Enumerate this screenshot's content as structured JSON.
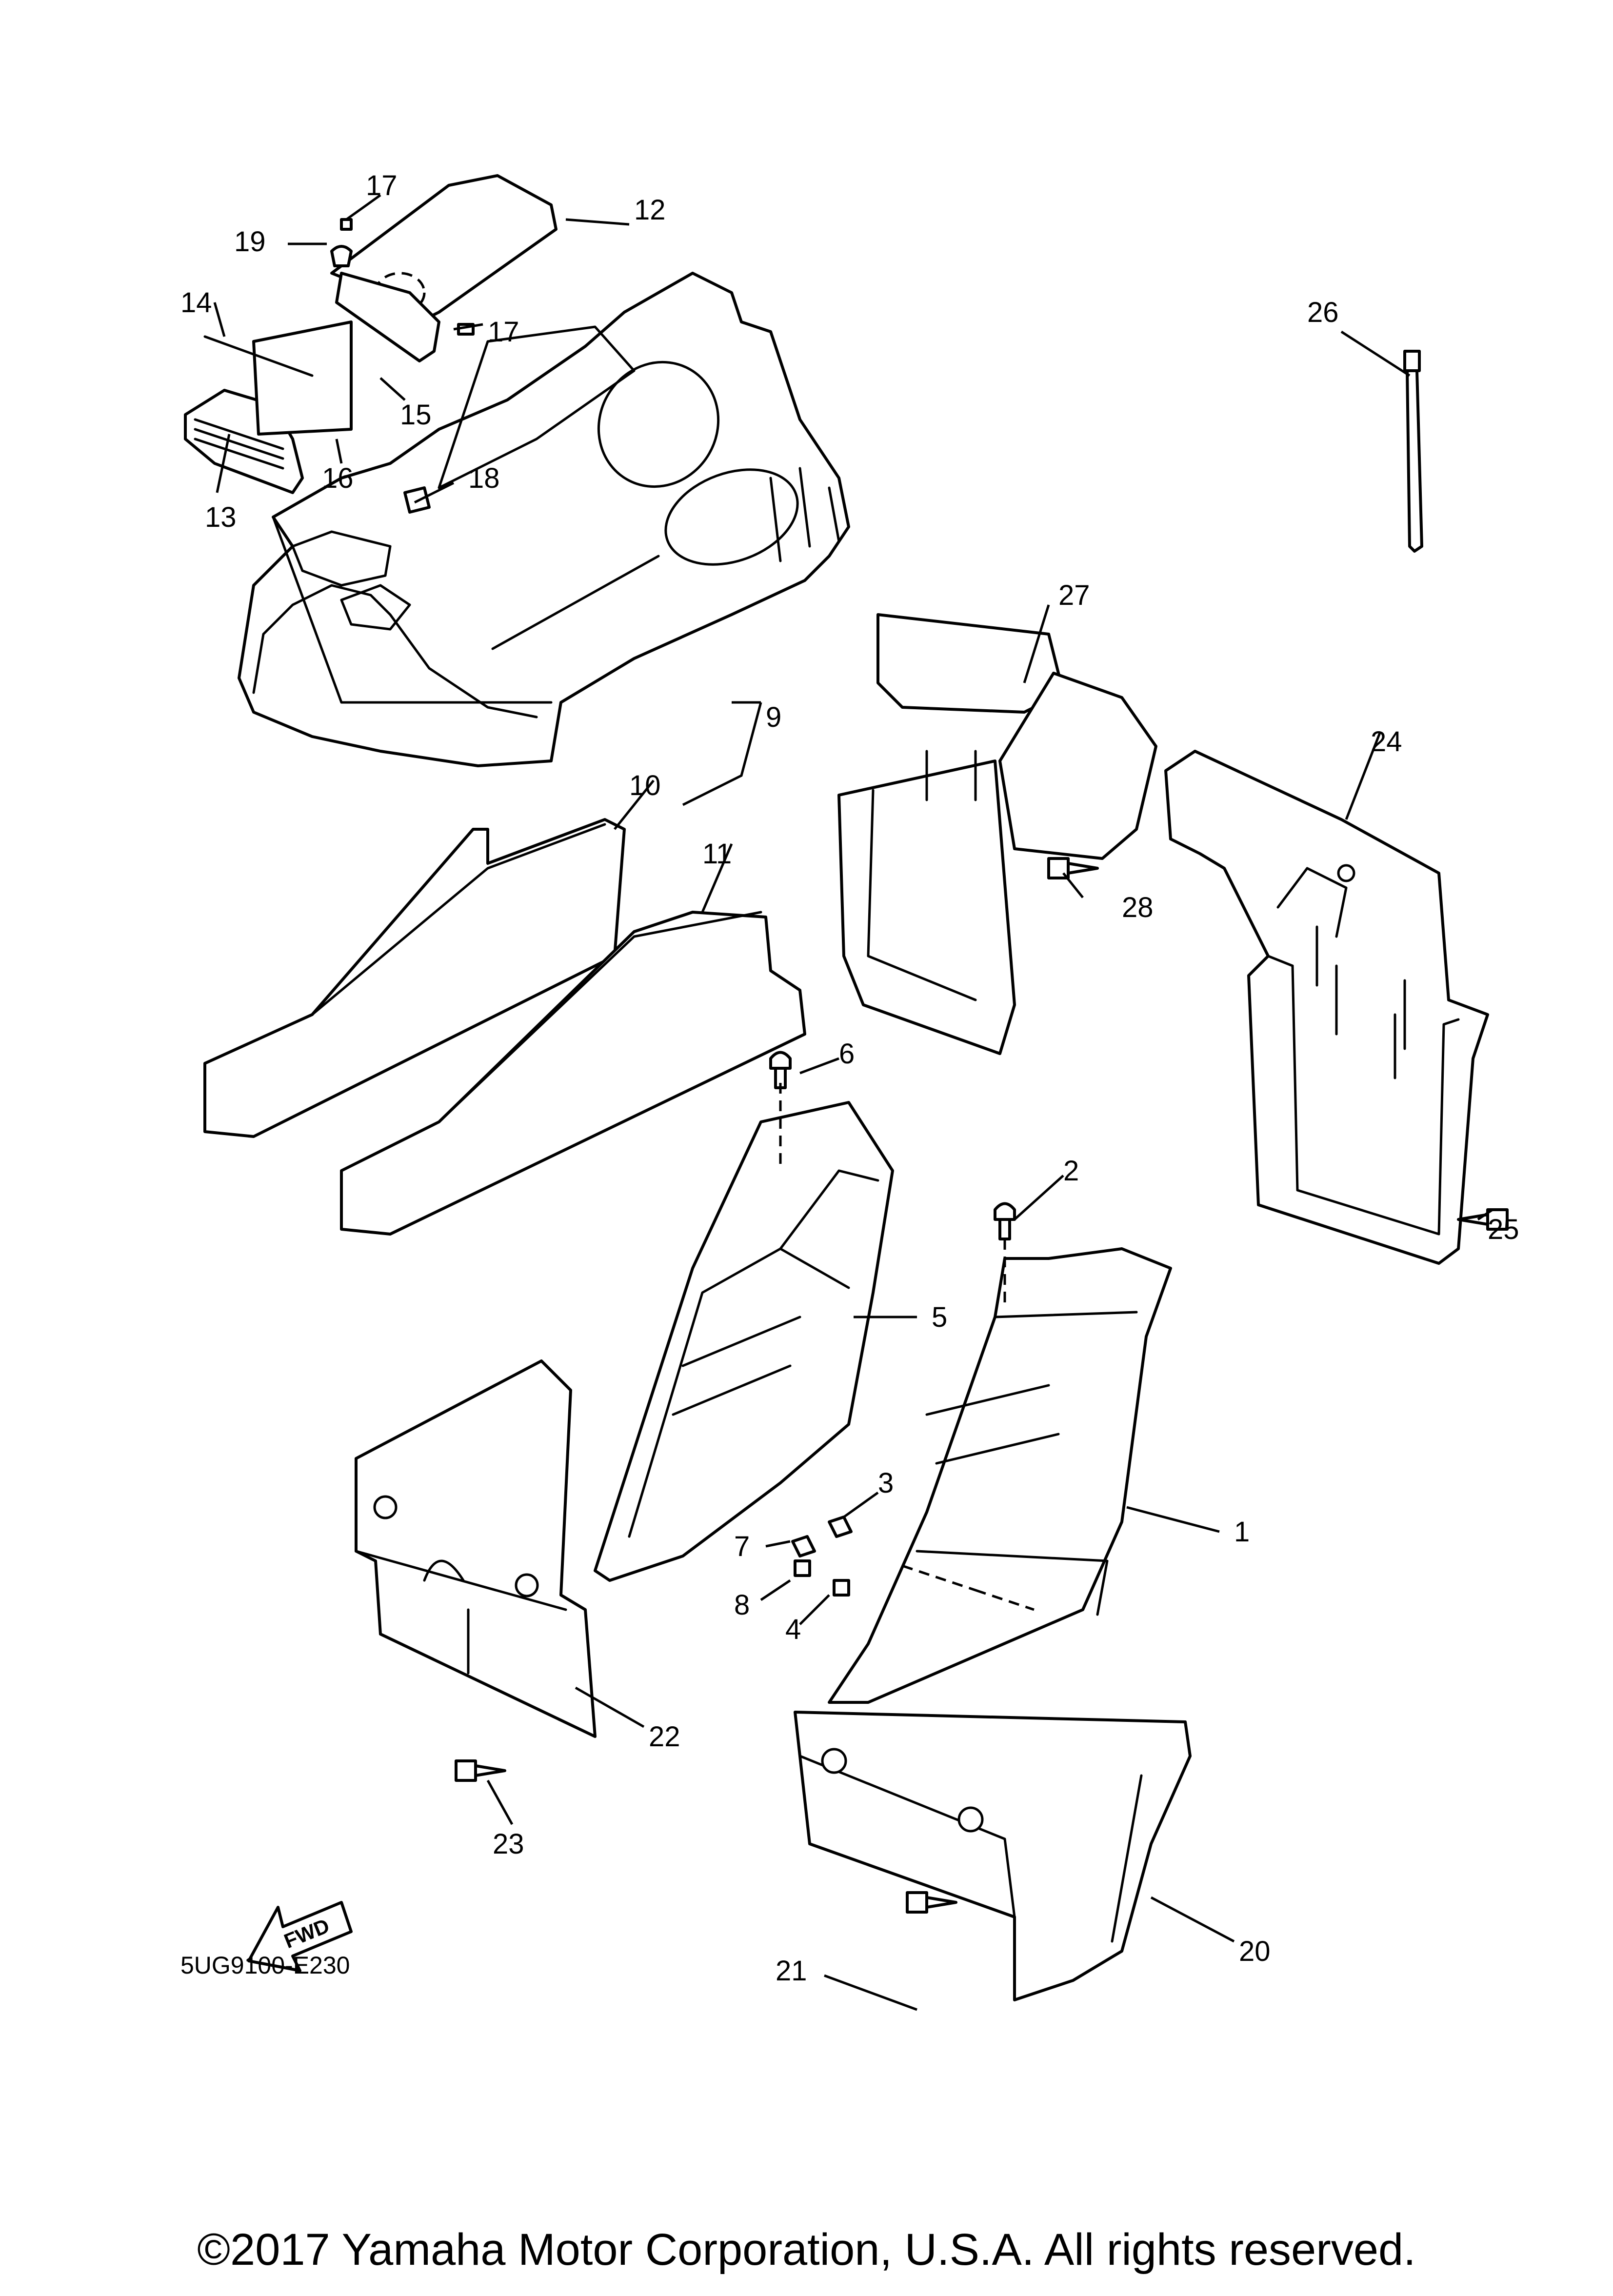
{
  "diagram": {
    "reference_code": "5UG9100-E230",
    "direction_label": "FWD",
    "copyright": "©2017 Yamaha Motor Corporation, U.S.A. All rights reserved.",
    "callouts": [
      "1",
      "2",
      "3",
      "4",
      "5",
      "6",
      "7",
      "8",
      "9",
      "10",
      "11",
      "12",
      "13",
      "14",
      "15",
      "16",
      "17",
      "17",
      "18",
      "19",
      "20",
      "21",
      "22",
      "23",
      "24",
      "25",
      "26",
      "27",
      "28"
    ]
  }
}
